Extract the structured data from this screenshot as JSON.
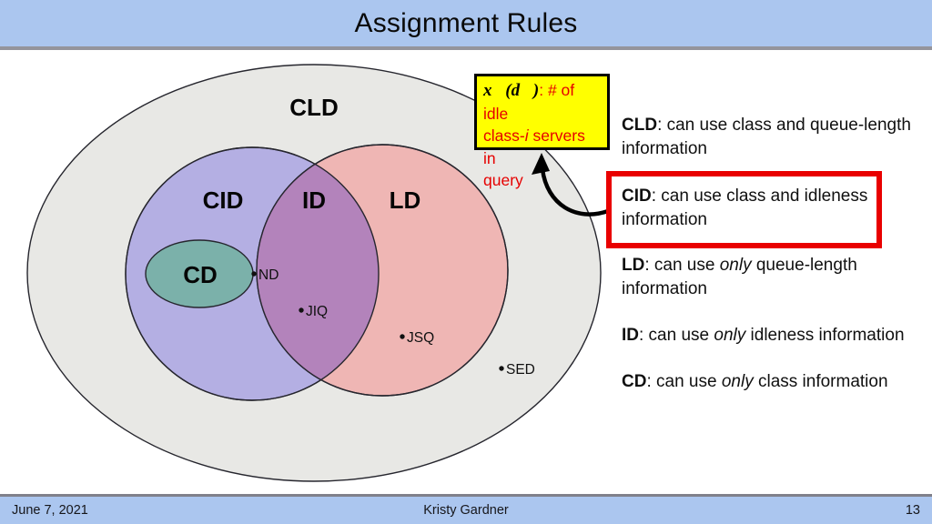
{
  "slide": {
    "title": "Assignment Rules",
    "footer": {
      "date": "June 7, 2021",
      "author": "Kristy Gardner",
      "page": "13"
    }
  },
  "colors": {
    "header_blue": "#abc6ef",
    "outer_fill": "#e8e8e5",
    "left_fill": "#b4afe3",
    "right_fill": "#efb6b4",
    "overlap_fill": "#b383bb",
    "inner_fill": "#7bb1aa",
    "callout_yellow": "#ffff00",
    "callout_text_red": "#e60000",
    "highlight_red": "#e90000"
  },
  "venn": {
    "outer": "CLD",
    "left": "CID",
    "overlap": "ID",
    "right": "LD",
    "inner": "CD",
    "points": [
      {
        "label": "ND"
      },
      {
        "label": "JIQ"
      },
      {
        "label": "JSQ"
      },
      {
        "label": "SED"
      }
    ]
  },
  "callout": {
    "math": "x⃗(d⃗)",
    "line1_rest": ": # of idle",
    "line2_pre": "class-",
    "line2_em": "i",
    "line2_post": " servers in",
    "line3": "query"
  },
  "definitions": {
    "items": [
      {
        "term": "CLD",
        "rest": ": can use class and queue-length information"
      },
      {
        "term": "CID",
        "rest": ": can use class and idleness information"
      },
      {
        "term": "LD",
        "pre": ": can use ",
        "em": "only",
        "post": " queue-length information"
      },
      {
        "term": "ID",
        "pre": ": can use ",
        "em": "only",
        "post": " idleness information"
      },
      {
        "term": "CD",
        "pre": ": can use ",
        "em": "only",
        "post": " class information"
      }
    ]
  }
}
